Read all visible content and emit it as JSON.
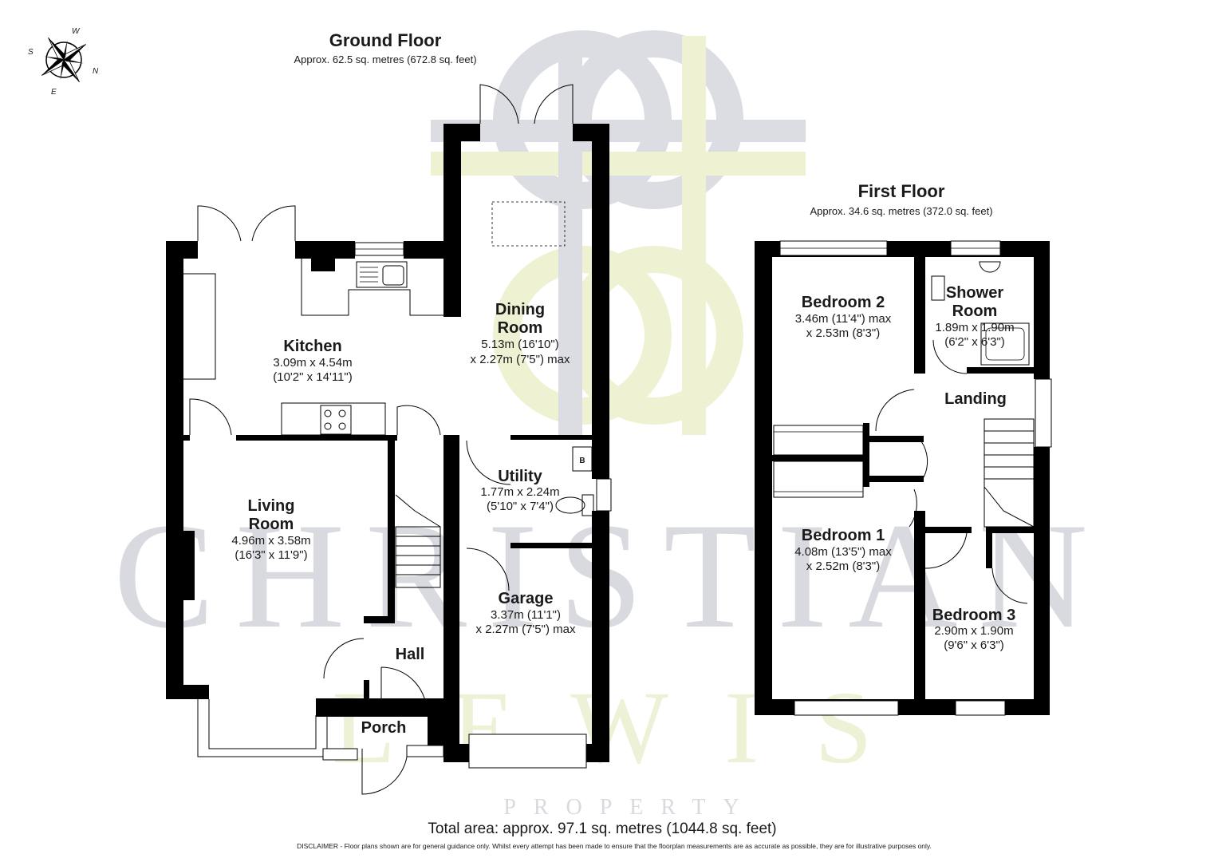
{
  "compass": {
    "n": "N",
    "e": "E",
    "s": "S",
    "w": "W"
  },
  "ground_floor": {
    "title": "Ground Floor",
    "area": "Approx. 62.5 sq. metres (672.8 sq. feet)",
    "rooms": {
      "kitchen": {
        "name": "Kitchen",
        "dim1": "3.09m x 4.54m",
        "dim2": "(10'2\" x 14'11\")"
      },
      "dining": {
        "name1": "Dining",
        "name2": "Room",
        "dim1": "5.13m (16'10\")",
        "dim2": "x 2.27m (7'5\") max"
      },
      "living": {
        "name1": "Living",
        "name2": "Room",
        "dim1": "4.96m x 3.58m",
        "dim2": "(16'3\" x 11'9\")"
      },
      "utility": {
        "name": "Utility",
        "dim1": "1.77m x 2.24m",
        "dim2": "(5'10\" x 7'4\")",
        "boiler": "B"
      },
      "garage": {
        "name": "Garage",
        "dim1": "3.37m (11'1\")",
        "dim2": "x 2.27m (7'5\") max"
      },
      "hall": {
        "name": "Hall"
      },
      "porch": {
        "name": "Porch"
      }
    }
  },
  "first_floor": {
    "title": "First Floor",
    "area": "Approx. 34.6 sq. metres (372.0 sq. feet)",
    "rooms": {
      "bedroom2": {
        "name": "Bedroom 2",
        "dim1": "3.46m (11'4\") max",
        "dim2": "x 2.53m (8'3\")"
      },
      "shower": {
        "name1": "Shower",
        "name2": "Room",
        "dim1": "1.89m x 1.90m",
        "dim2": "(6'2\" x 6'3\")"
      },
      "landing": {
        "name": "Landing"
      },
      "bedroom1": {
        "name": "Bedroom 1",
        "dim1": "4.08m (13'5\") max",
        "dim2": "x 2.52m (8'3\")"
      },
      "bedroom3": {
        "name": "Bedroom 3",
        "dim1": "2.90m x 1.90m",
        "dim2": "(9'6\" x 6'3\")"
      }
    }
  },
  "watermark": {
    "line1": "CHRISTIAN",
    "line2": "LEWIS",
    "line3": "PROPERTY"
  },
  "total_area": "Total area: approx. 97.1 sq. metres (1044.8 sq. feet)",
  "disclaimer": "DISCLAIMER -  Floor plans shown are for general guidance only. Whilst every attempt has been made to ensure that the floorplan measurements are as accurate as possible, they are for illustrative purposes only.",
  "colors": {
    "wall": "#000000",
    "watermark_grey": "#dcdde2",
    "watermark_green": "#eef2d2"
  }
}
